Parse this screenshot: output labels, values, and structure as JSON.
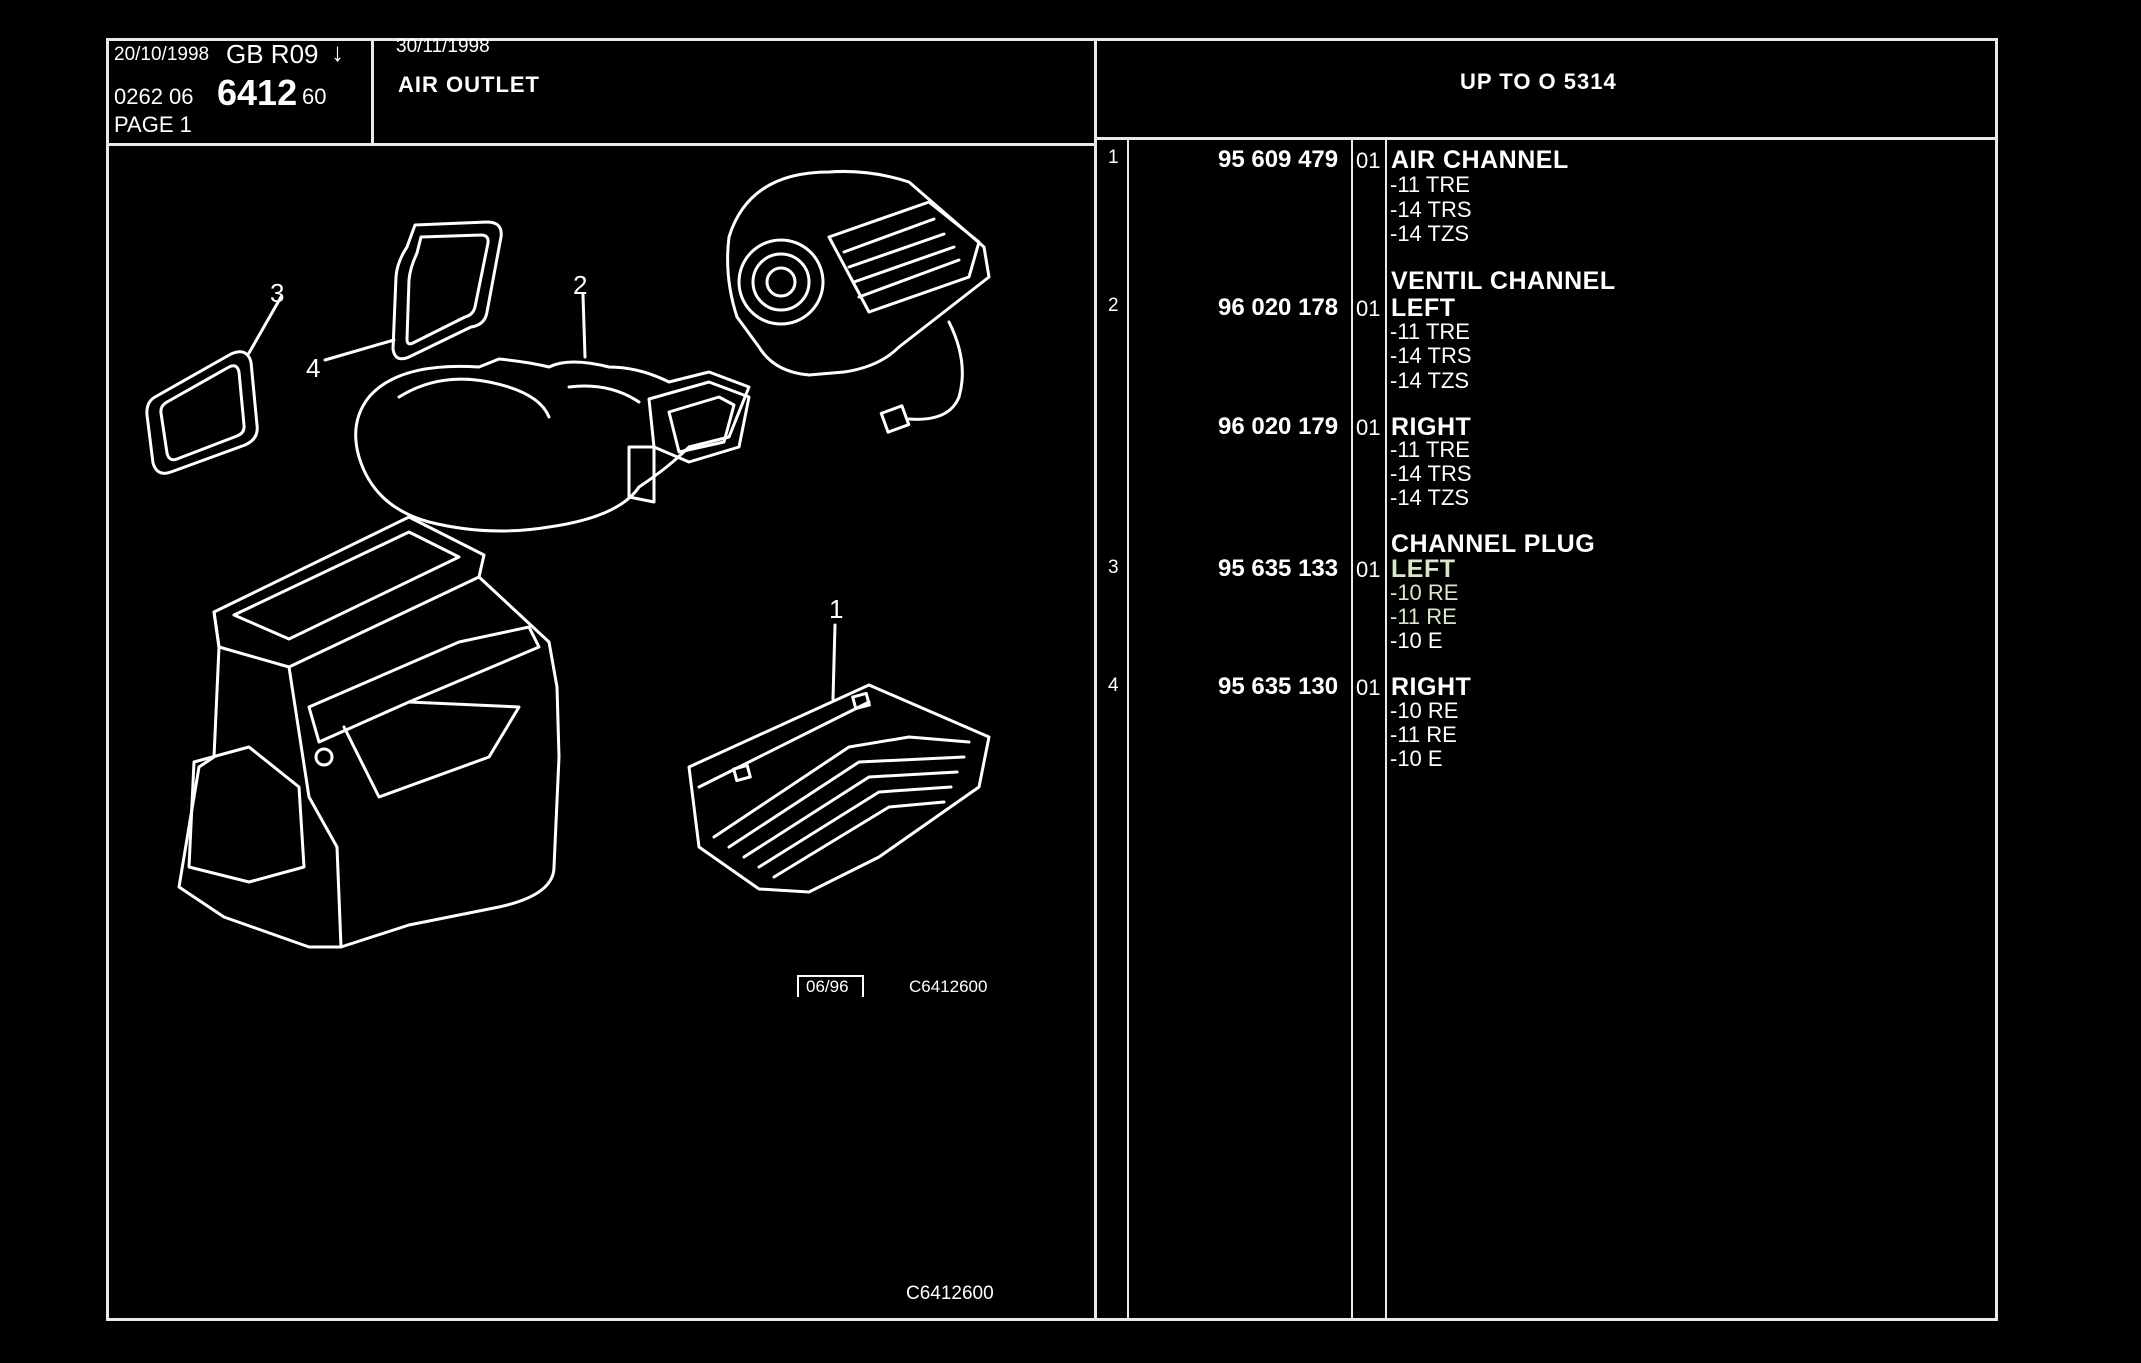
{
  "header": {
    "date1": "20/10/1998",
    "lang_rev": "GB  R09",
    "arrow": "↓",
    "code_prefix": "0262  06",
    "code_main": "6412",
    "code_suffix": "60",
    "page": "PAGE  1",
    "date2": "30/11/1998",
    "title": "AIR OUTLET",
    "applicability": "UP  TO  O   5314"
  },
  "figure": {
    "callouts": [
      "1",
      "2",
      "3",
      "4"
    ],
    "ref_date": "06/96",
    "ref_code": "C6412600",
    "footer_code": "C6412600"
  },
  "parts": [
    {
      "item": "1",
      "part_no": "95 609 479",
      "qty": "01",
      "group": "",
      "name": "AIR CHANNEL",
      "variants": [
        "-11 TRE",
        "-14 TRS",
        "-14 TZS"
      ]
    },
    {
      "item": "2",
      "part_no": "96 020 178",
      "qty": "01",
      "group": "VENTIL CHANNEL",
      "name": "LEFT",
      "variants": [
        "-11 TRE",
        "-14 TRS",
        "-14 TZS"
      ]
    },
    {
      "item": "",
      "part_no": "96 020 179",
      "qty": "01",
      "group": "",
      "name": "RIGHT",
      "variants": [
        "-11 TRE",
        "-14 TRS",
        "-14 TZS"
      ]
    },
    {
      "item": "3",
      "part_no": "95 635 133",
      "qty": "01",
      "group": "CHANNEL PLUG",
      "name": "LEFT",
      "variants": [
        "-10 RE",
        "-11 RE",
        "-10 E"
      ]
    },
    {
      "item": "4",
      "part_no": "95 635 130",
      "qty": "01",
      "group": "",
      "name": "RIGHT",
      "variants": [
        "-10 RE",
        "-11 RE",
        "-10 E"
      ]
    }
  ]
}
